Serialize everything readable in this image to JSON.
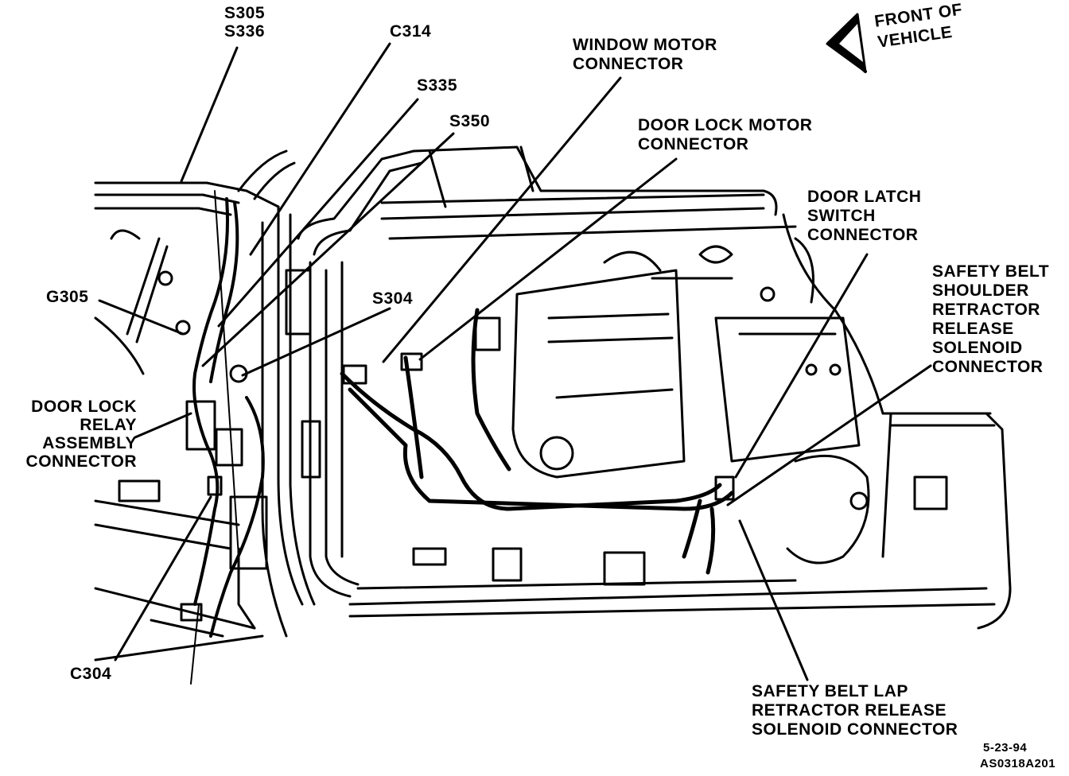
{
  "labels": {
    "s305": "S305",
    "s336": "S336",
    "c314": "C314",
    "s335": "S335",
    "s350": "S350",
    "window_motor_1": "WINDOW MOTOR",
    "window_motor_2": "CONNECTOR",
    "front_1": "FRONT OF",
    "front_2": "VEHICLE",
    "door_lock_motor_1": "DOOR LOCK MOTOR",
    "door_lock_motor_2": "CONNECTOR",
    "door_latch_1": "DOOR LATCH",
    "door_latch_2": "SWITCH",
    "door_latch_3": "CONNECTOR",
    "shoulder_1": "SAFETY BELT",
    "shoulder_2": "SHOULDER",
    "shoulder_3": "RETRACTOR",
    "shoulder_4": "RELEASE",
    "shoulder_5": "SOLENOID",
    "shoulder_6": "CONNECTOR",
    "g305": "G305",
    "s304": "S304",
    "relay_1": "DOOR LOCK",
    "relay_2": "RELAY",
    "relay_3": "ASSEMBLY",
    "relay_4": "CONNECTOR",
    "c304": "C304",
    "lap_1": "SAFETY BELT LAP",
    "lap_2": "RETRACTOR RELEASE",
    "lap_3": "SOLENOID CONNECTOR",
    "date": "5-23-94",
    "figure_code": "AS0318A201"
  },
  "colors": {
    "ink": "#000000",
    "paper": "#ffffff"
  },
  "icons": {
    "front_arrow": "left-arrow-icon"
  }
}
